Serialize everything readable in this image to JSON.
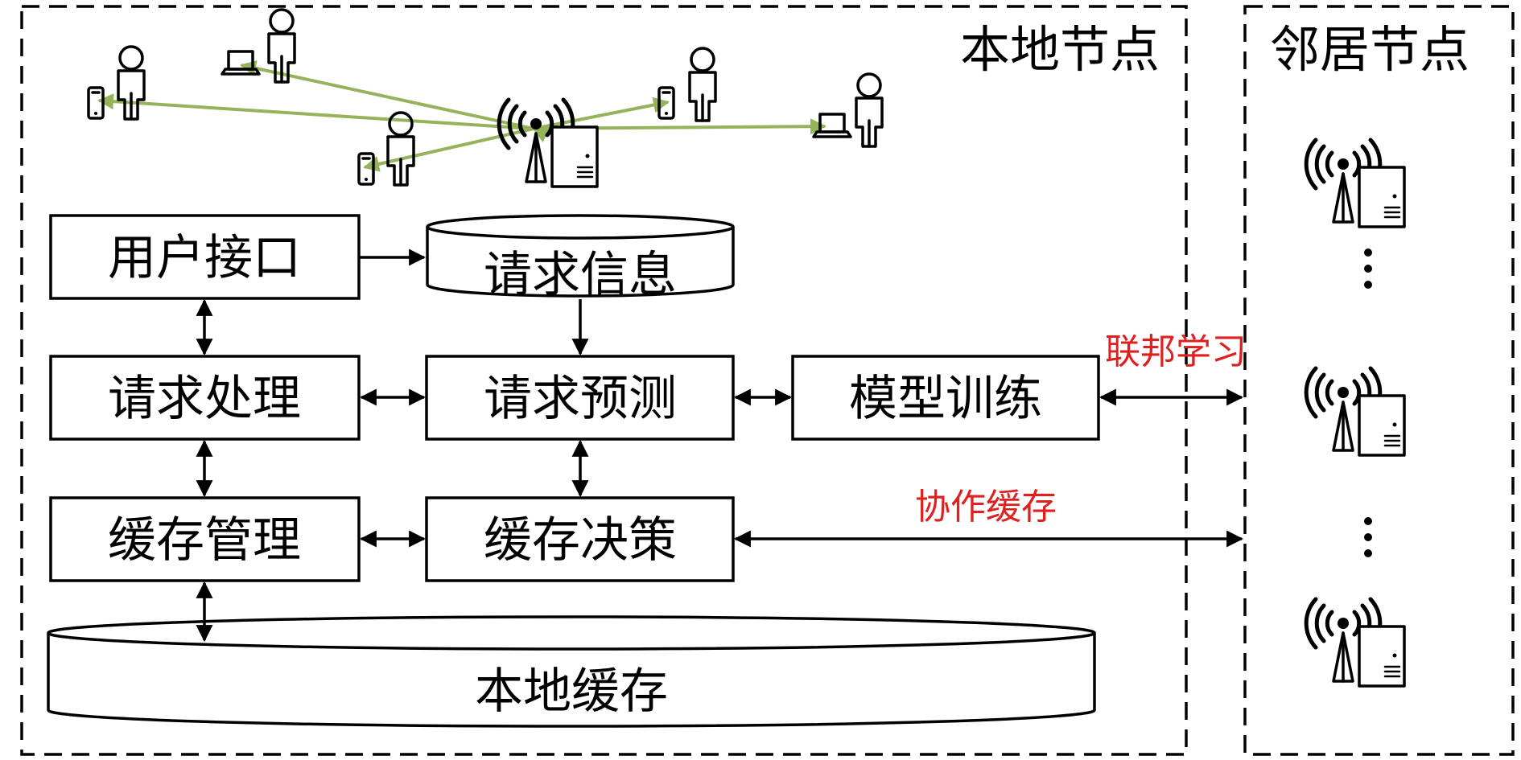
{
  "regions": {
    "local": "本地节点",
    "neighbor": "邻居节点"
  },
  "boxes": {
    "user_interface": "用户接口",
    "request_info": "请求信息",
    "request_processing": "请求处理",
    "request_prediction": "请求预测",
    "model_training": "模型训练",
    "cache_management": "缓存管理",
    "cache_decision": "缓存决策",
    "local_cache": "本地缓存"
  },
  "links": {
    "federated_learning": "联邦学习",
    "cooperative_caching": "协作缓存"
  },
  "colors": {
    "user_links": "#94b35a",
    "link_labels": "#e0201f"
  },
  "icons": {
    "users": [
      "phone-user-icon",
      "laptop-user-icon",
      "phone-user-icon",
      "phone-user-icon",
      "laptop-user-icon"
    ],
    "base_station": "base-station-server-icon",
    "neighbor_nodes": "base-station-server-icon",
    "ellipsis": "vertical-ellipsis-icon"
  }
}
